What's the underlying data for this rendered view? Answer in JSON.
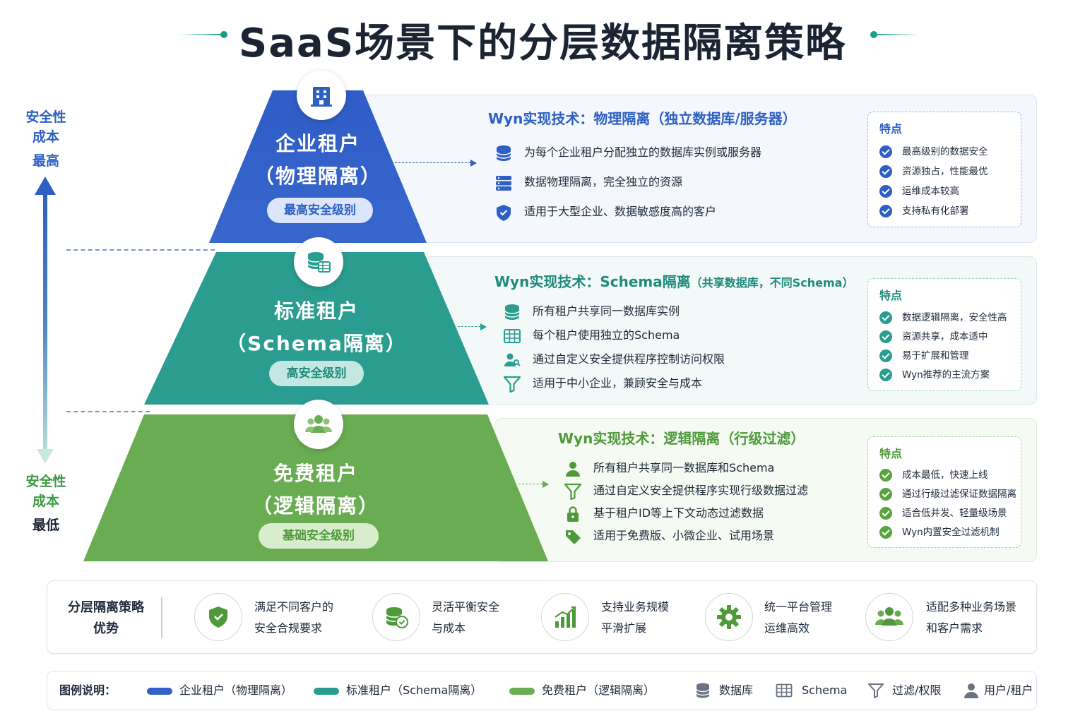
{
  "title": "SaaS场景下的分层数据隔离策略",
  "axis": {
    "top_line1": "安全性",
    "top_line2": "成本",
    "top_level": "最高",
    "bottom_line1": "安全性",
    "bottom_line2": "成本",
    "bottom_level": "最低"
  },
  "colors": {
    "enterprise": "#3460c8",
    "standard": "#2a9d90",
    "free": "#6aac52",
    "text": "#1e2a3a"
  },
  "tiers": [
    {
      "icon": "building-icon",
      "name_line1": "企业租户",
      "name_line2": "（物理隔离）",
      "badge": "最高安全级别",
      "tech_title": "Wyn实现技术：物理隔离（独立数据库/服务器）",
      "bullets": [
        {
          "icon": "database-icon",
          "text": "为每个企业租户分配独立的数据库实例或服务器"
        },
        {
          "icon": "server-icon",
          "text": "数据物理隔离，完全独立的资源"
        },
        {
          "icon": "shield-icon",
          "text": "适用于大型企业、数据敏感度高的客户"
        }
      ],
      "features_title": "特点",
      "features": [
        "最高级别的数据安全",
        "资源独占，性能最优",
        "运维成本较高",
        "支持私有化部署"
      ]
    },
    {
      "icon": "database-table-icon",
      "name_line1": "标准租户",
      "name_line2": "（Schema隔离）",
      "badge": "高安全级别",
      "tech_title": "Wyn实现技术：Schema隔离",
      "tech_subtitle": "（共享数据库，不同Schema）",
      "bullets": [
        {
          "icon": "database-icon",
          "text": "所有租户共享同一数据库实例"
        },
        {
          "icon": "table-icon",
          "text": "每个租户使用独立的Schema"
        },
        {
          "icon": "users-key-icon",
          "text": "通过自定义安全提供程序控制访问权限"
        },
        {
          "icon": "filter-icon",
          "text": "适用于中小企业，兼顾安全与成本"
        }
      ],
      "features_title": "特点",
      "features": [
        "数据逻辑隔离，安全性高",
        "资源共享，成本适中",
        "易于扩展和管理",
        "Wyn推荐的主流方案"
      ]
    },
    {
      "icon": "users-icon",
      "name_line1": "免费租户",
      "name_line2": "（逻辑隔离）",
      "badge": "基础安全级别",
      "tech_title": "Wyn实现技术：逻辑隔离（行级过滤）",
      "bullets": [
        {
          "icon": "user-icon",
          "text": "所有租户共享同一数据库和Schema"
        },
        {
          "icon": "filter-icon",
          "text": "通过自定义安全提供程序实现行级数据过滤"
        },
        {
          "icon": "lock-icon",
          "text": "基于租户ID等上下文动态过滤数据"
        },
        {
          "icon": "tag-icon",
          "text": "适用于免费版、小微企业、试用场景"
        }
      ],
      "features_title": "特点",
      "features": [
        "成本最低，快速上线",
        "通过行级过滤保证数据隔离",
        "适合低并发、轻量级场景",
        "Wyn内置安全过滤机制"
      ]
    }
  ],
  "advantages": {
    "heading_line1": "分层隔离策略",
    "heading_line2": "优势",
    "items": [
      {
        "icon": "shield-check-icon",
        "line1": "满足不同客户的",
        "line2": "安全合规要求"
      },
      {
        "icon": "database-balance-icon",
        "line1": "灵活平衡安全",
        "line2": "与成本"
      },
      {
        "icon": "bar-chart-icon",
        "line1": "支持业务规模",
        "line2": "平滑扩展"
      },
      {
        "icon": "gear-icon",
        "line1": "统一平台管理",
        "line2": "运维高效"
      },
      {
        "icon": "users-icon",
        "line1": "适配多种业务场景",
        "line2": "和客户需求"
      }
    ]
  },
  "legend": {
    "label": "图例说明：",
    "items": [
      {
        "kind": "swatch",
        "color": "#3460c8",
        "text": "企业租户（物理隔离）"
      },
      {
        "kind": "swatch",
        "color": "#2a9d90",
        "text": "标准租户（Schema隔离）"
      },
      {
        "kind": "swatch",
        "color": "#6aac52",
        "text": "免费租户（逻辑隔离）"
      },
      {
        "kind": "icon",
        "icon": "database-icon",
        "text": "数据库"
      },
      {
        "kind": "icon",
        "icon": "table-icon",
        "text": "Schema"
      },
      {
        "kind": "icon",
        "icon": "filter-icon",
        "text": "过滤/权限"
      },
      {
        "kind": "icon",
        "icon": "user-icon",
        "text": "用户/租户"
      }
    ]
  }
}
